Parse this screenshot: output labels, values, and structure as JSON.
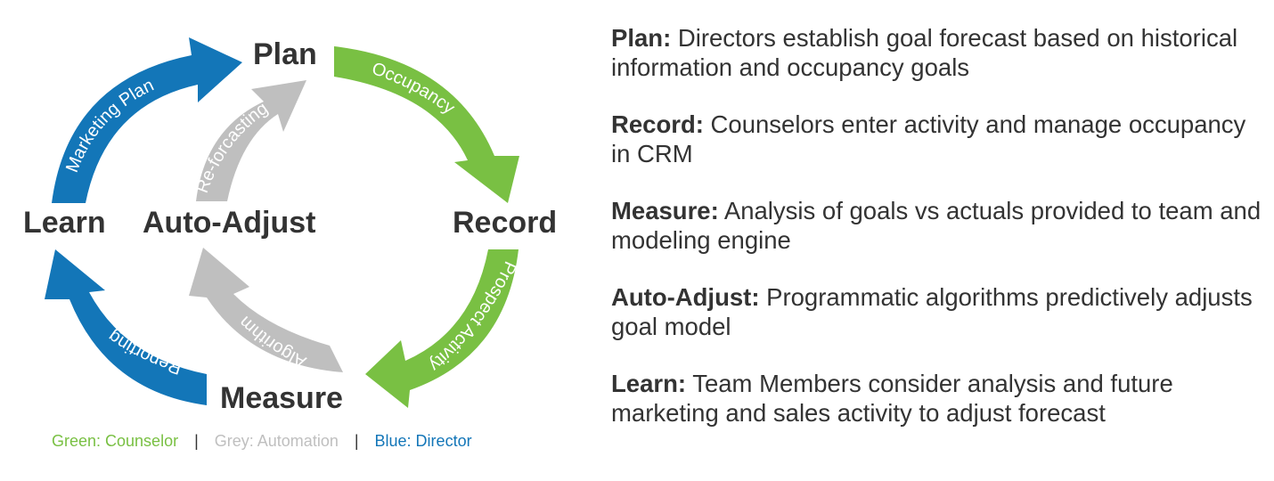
{
  "colors": {
    "green": "#79c043",
    "grey": "#bfbfbf",
    "blue": "#1376b8",
    "text": "#333333"
  },
  "nodes": {
    "plan": "Plan",
    "record": "Record",
    "measure": "Measure",
    "learn": "Learn",
    "auto_adjust": "Auto-Adjust"
  },
  "arrows": {
    "occupancy": "Occupancy",
    "prospect_activity": "Prospect Activity",
    "reporting": "Reporting",
    "marketing_plan": "Marketing Plan",
    "algorithm": "Algorithm",
    "re_forcasting": "Re-forcasting"
  },
  "legend": {
    "green": "Green: Counselor",
    "separator": "|",
    "grey": "Grey: Automation",
    "blue": "Blue: Director"
  },
  "descriptions": [
    {
      "term": "Plan:",
      "text": "Directors establish goal forecast based on historical information and occupancy goals"
    },
    {
      "term": "Record:",
      "text": "Counselors enter activity and manage occupancy in CRM"
    },
    {
      "term": "Measure:",
      "text": "Analysis of goals vs actuals provided to team and modeling engine"
    },
    {
      "term": "Auto-Adjust:",
      "text": "Programmatic algorithms predictively adjusts goal model"
    },
    {
      "term": "Learn:",
      "text": "Team Members consider analysis and future marketing and sales activity to adjust forecast"
    }
  ]
}
